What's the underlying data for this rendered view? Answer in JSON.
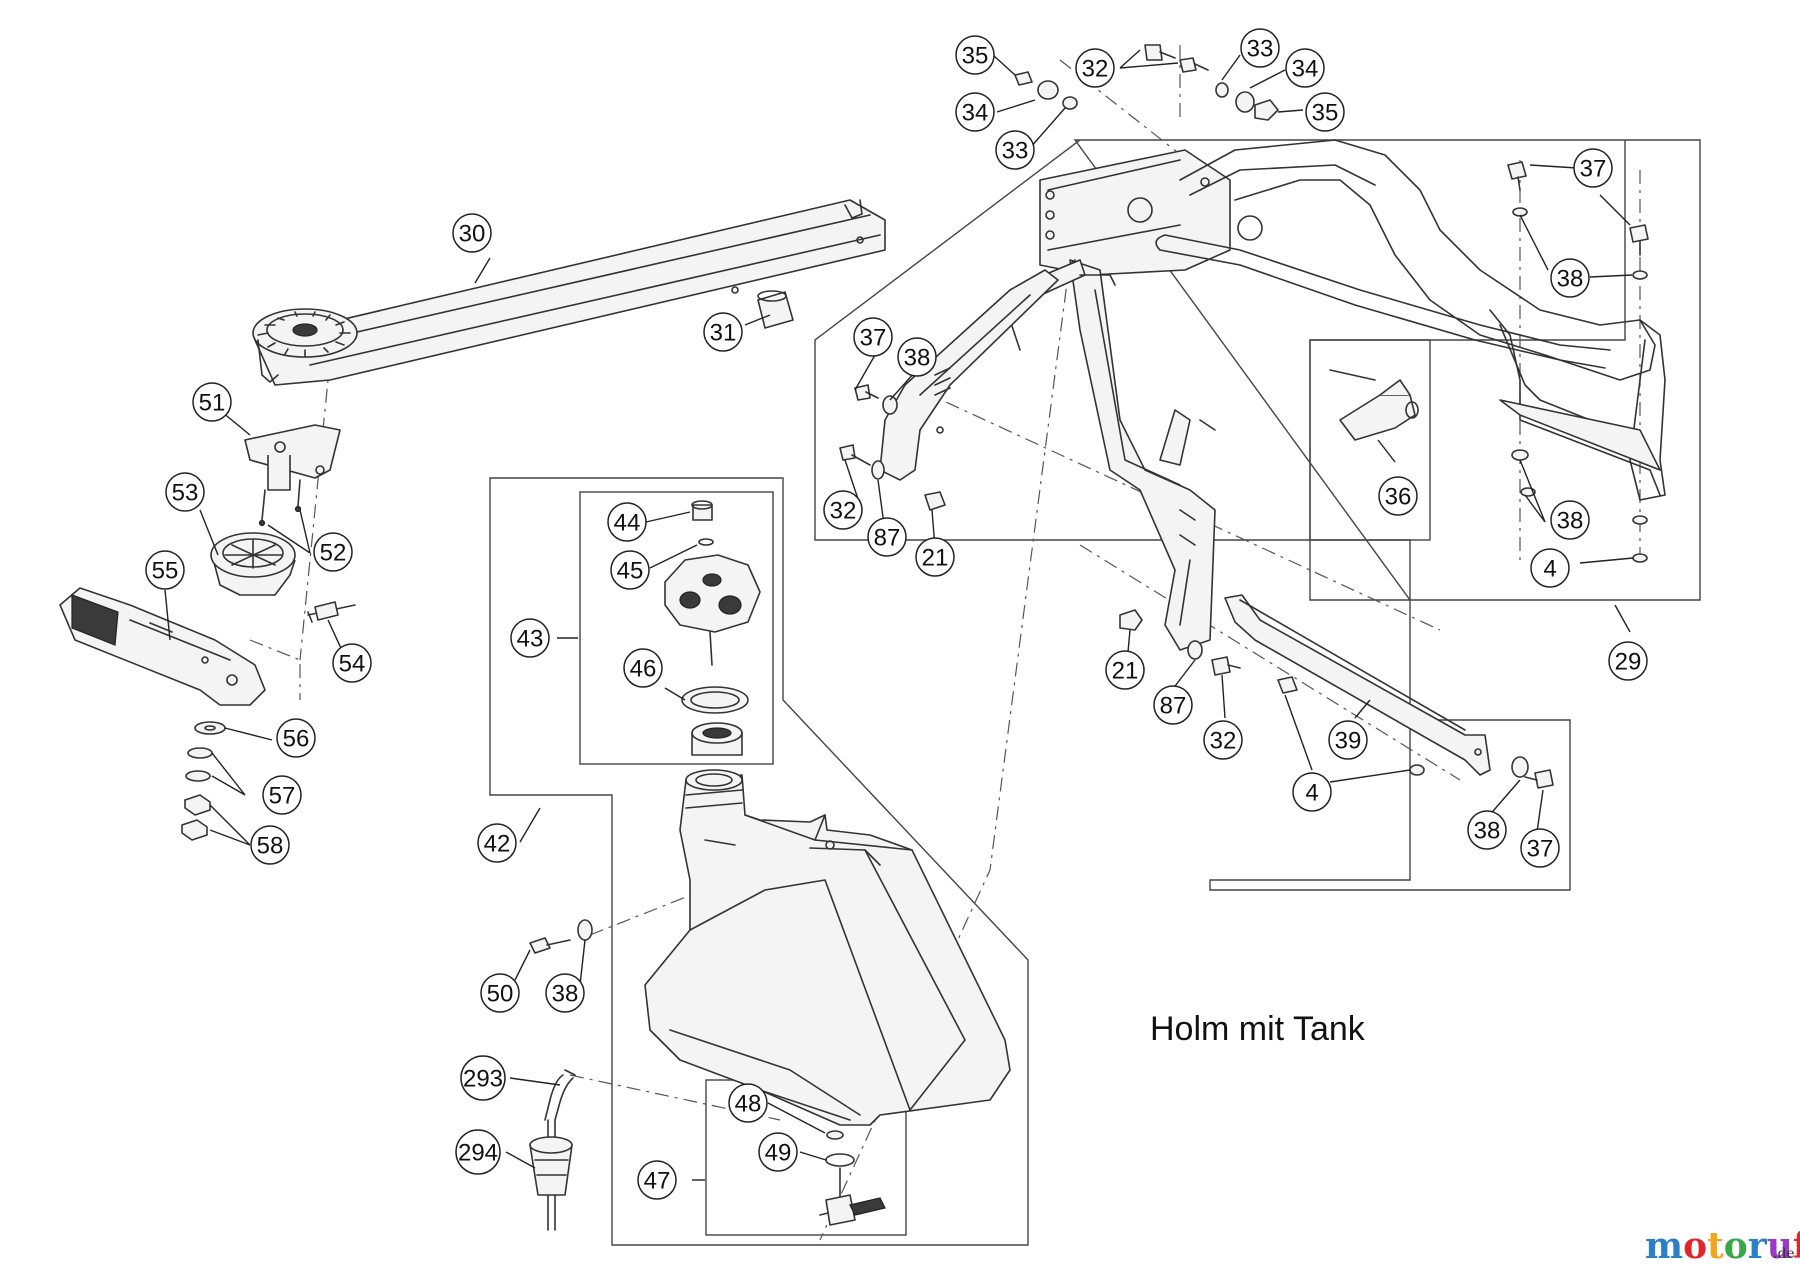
{
  "title": "Holm mit Tank",
  "logo": {
    "main": "motoruf",
    "suffix": ".de",
    "colors": [
      "#2a7fc8",
      "#e0262a",
      "#f2a51c",
      "#3aa64a",
      "#2a7fc8",
      "#9b3bbf",
      "#e0262a"
    ]
  },
  "callouts": [
    {
      "label": "35"
    },
    {
      "label": "32"
    },
    {
      "label": "33"
    },
    {
      "label": "34"
    },
    {
      "label": "34"
    },
    {
      "label": "35"
    },
    {
      "label": "33"
    },
    {
      "label": "37"
    },
    {
      "label": "38"
    },
    {
      "label": "30"
    },
    {
      "label": "31"
    },
    {
      "label": "37"
    },
    {
      "label": "38"
    },
    {
      "label": "51"
    },
    {
      "label": "53"
    },
    {
      "label": "52"
    },
    {
      "label": "55"
    },
    {
      "label": "54"
    },
    {
      "label": "56"
    },
    {
      "label": "57"
    },
    {
      "label": "58"
    },
    {
      "label": "44"
    },
    {
      "label": "45"
    },
    {
      "label": "43"
    },
    {
      "label": "46"
    },
    {
      "label": "42"
    },
    {
      "label": "50"
    },
    {
      "label": "38"
    },
    {
      "label": "293"
    },
    {
      "label": "294"
    },
    {
      "label": "48"
    },
    {
      "label": "49"
    },
    {
      "label": "47"
    },
    {
      "label": "32"
    },
    {
      "label": "87"
    },
    {
      "label": "21"
    },
    {
      "label": "36"
    },
    {
      "label": "38"
    },
    {
      "label": "4"
    },
    {
      "label": "29"
    },
    {
      "label": "21"
    },
    {
      "label": "87"
    },
    {
      "label": "32"
    },
    {
      "label": "39"
    },
    {
      "label": "4"
    },
    {
      "label": "38"
    },
    {
      "label": "37"
    }
  ]
}
